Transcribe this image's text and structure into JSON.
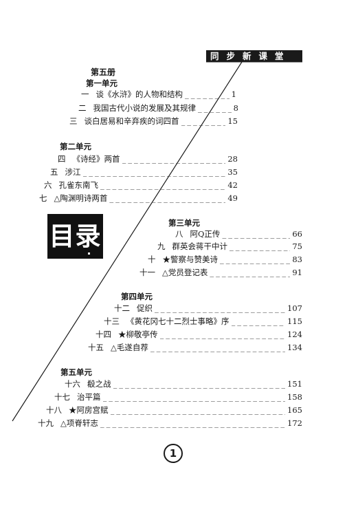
{
  "header": {
    "title": "同步新课堂"
  },
  "side_label": "目录",
  "book_title": "第五册",
  "units": [
    {
      "title": "第一单元",
      "entries": [
        {
          "num": "一",
          "title": "谈《水浒》的人物和结构",
          "page": "1"
        },
        {
          "num": "二",
          "title": "我国古代小说的发展及其规律",
          "page": "8"
        },
        {
          "num": "三",
          "title": "谈白居易和辛弃疾的词四首",
          "page": "15"
        }
      ]
    },
    {
      "title": "第二单元",
      "entries": [
        {
          "num": "四",
          "title": "《诗经》两首",
          "page": "28"
        },
        {
          "num": "五",
          "title": "涉江",
          "page": "35"
        },
        {
          "num": "六",
          "title": "孔雀东南飞",
          "page": "42"
        },
        {
          "num": "七",
          "title": "△陶渊明诗两首",
          "page": "49"
        }
      ]
    },
    {
      "title": "第三单元",
      "entries": [
        {
          "num": "八",
          "title": "阿Q正传",
          "page": "66"
        },
        {
          "num": "九",
          "title": "群英会蒋干中计",
          "page": "75"
        },
        {
          "num": "十",
          "title": "★警察与赞美诗",
          "page": "83"
        },
        {
          "num": "十一",
          "title": "△党员登记表",
          "page": "91"
        }
      ]
    },
    {
      "title": "第四单元",
      "entries": [
        {
          "num": "十二",
          "title": "促织",
          "page": "107"
        },
        {
          "num": "十三",
          "title": "《黄花冈七十二烈士事略》序",
          "page": "115"
        },
        {
          "num": "十四",
          "title": "★柳敬亭传",
          "page": "124"
        },
        {
          "num": "十五",
          "title": "△毛遂自荐",
          "page": "134"
        }
      ]
    },
    {
      "title": "第五单元",
      "entries": [
        {
          "num": "十六",
          "title": "殽之战",
          "page": "151"
        },
        {
          "num": "十七",
          "title": "治平篇",
          "page": "158"
        },
        {
          "num": "十八",
          "title": "★阿房宫赋",
          "page": "165"
        },
        {
          "num": "十九",
          "title": "△项脊轩志",
          "page": "172"
        }
      ]
    }
  ],
  "footer": {
    "page_number": "1"
  }
}
